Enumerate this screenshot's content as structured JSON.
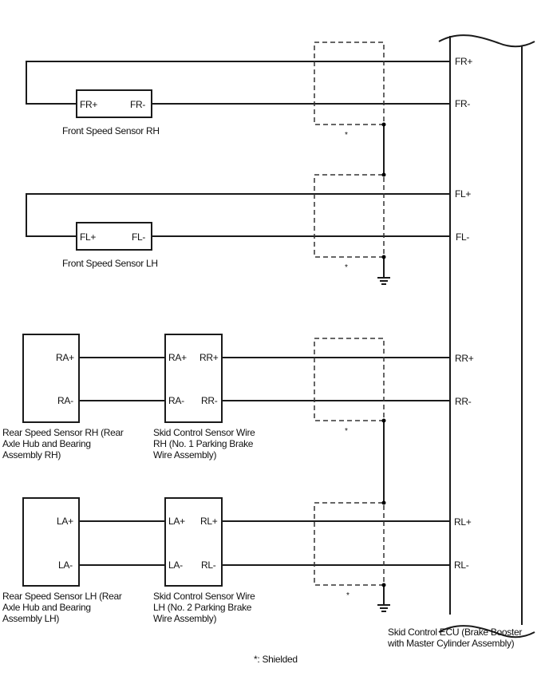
{
  "front_sensors": [
    {
      "name": "Front Speed Sensor RH",
      "pins": [
        "FR+",
        "FR-"
      ]
    },
    {
      "name": "Front Speed Sensor LH",
      "pins": [
        "FL+",
        "FL-"
      ]
    }
  ],
  "rear_sensors": [
    {
      "name_lines": [
        "Rear Speed Sensor RH (Rear",
        "Axle Hub and Bearing",
        "Assembly RH)"
      ],
      "pins": [
        "RA+",
        "RA-"
      ]
    },
    {
      "name_lines": [
        "Rear Speed Sensor LH (Rear",
        "Axle Hub and Bearing",
        "Assembly LH)"
      ],
      "pins": [
        "LA+",
        "LA-"
      ]
    }
  ],
  "sensor_wires": [
    {
      "name_lines": [
        "Skid Control Sensor Wire",
        "RH (No. 1 Parking Brake",
        "Wire Assembly)"
      ],
      "in_pins": [
        "RA+",
        "RA-"
      ],
      "out_pins": [
        "RR+",
        "RR-"
      ]
    },
    {
      "name_lines": [
        "Skid Control Sensor Wire",
        "LH (No. 2 Parking Brake",
        "Wire Assembly)"
      ],
      "in_pins": [
        "LA+",
        "LA-"
      ],
      "out_pins": [
        "RL+",
        "RL-"
      ]
    }
  ],
  "ecu": {
    "name_lines": [
      "Skid Control ECU (Brake Booster",
      "with Master Cylinder Assembly)"
    ],
    "terminals": [
      "FR+",
      "FR-",
      "FL+",
      "FL-",
      "RR+",
      "RR-",
      "RL+",
      "RL-"
    ]
  },
  "shield_marker": "*",
  "footnote": "*: Shielded"
}
